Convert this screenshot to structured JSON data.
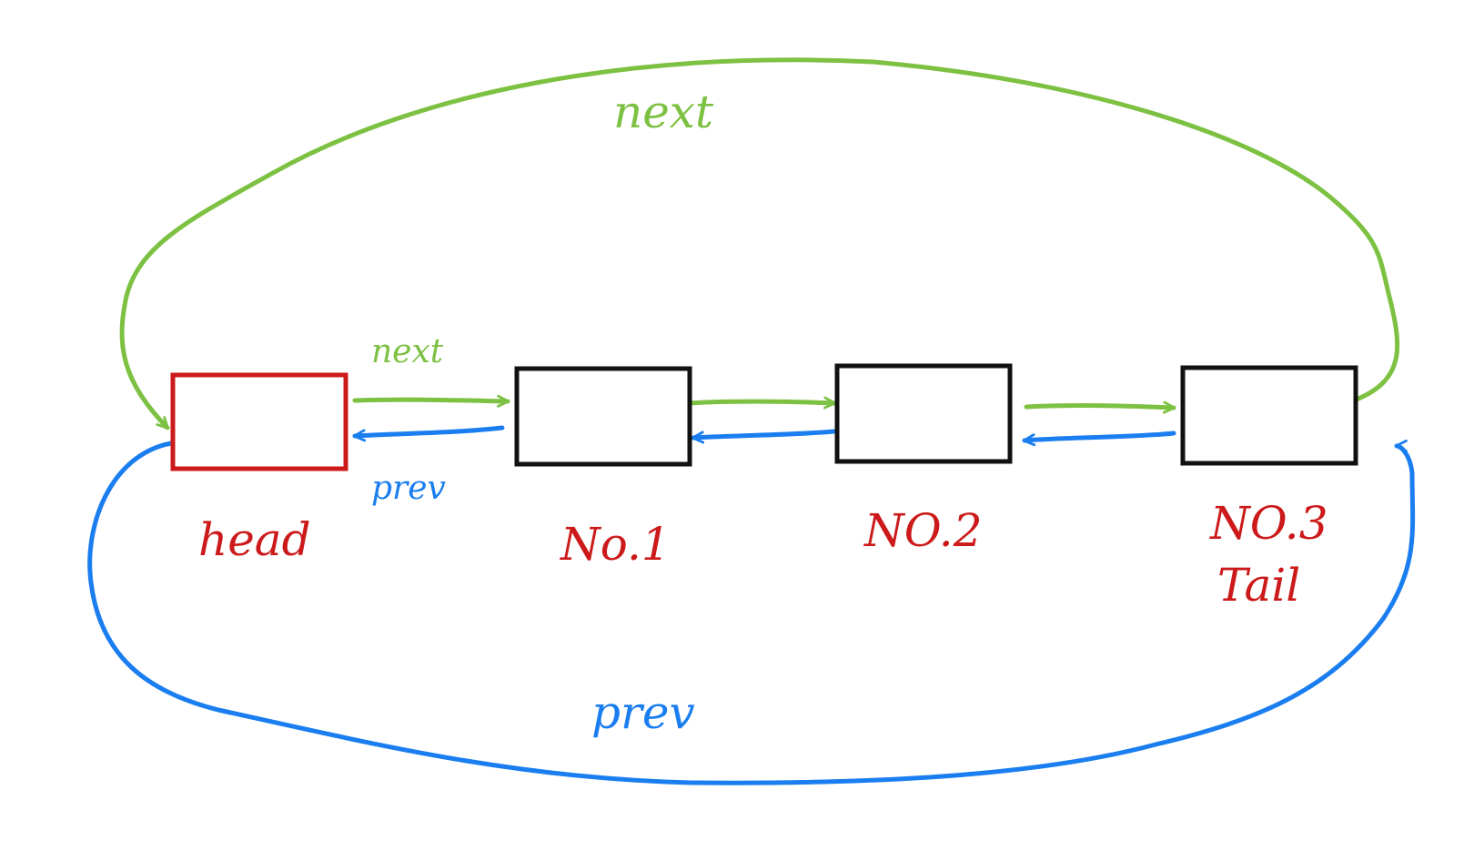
{
  "colors": {
    "next": "#7dc142",
    "prev": "#1a7ef0",
    "head": "#cc1a1a",
    "node": "#111111",
    "label": "#cc1a1a"
  },
  "nodes": [
    {
      "id": "head",
      "label": "head"
    },
    {
      "id": "n1",
      "label": "No.1"
    },
    {
      "id": "n2",
      "label": "NO.2"
    },
    {
      "id": "n3",
      "label": "NO.3",
      "sublabel": "Tail"
    }
  ],
  "edge_labels": {
    "next_top": "next",
    "next_small": "next",
    "prev_small": "prev",
    "prev_bottom": "prev"
  }
}
